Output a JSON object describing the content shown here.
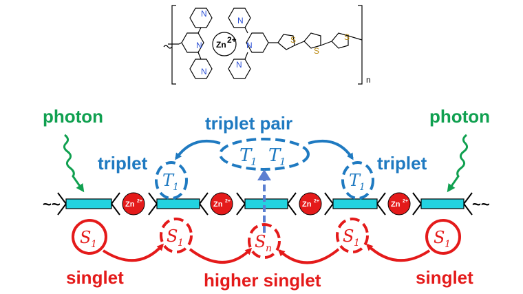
{
  "colors": {
    "green": "#10a050",
    "blue": "#1f7ac1",
    "red": "#e41a1a",
    "cyan": "#22d3e0",
    "black": "#000000",
    "nitrogen": "#2a4fd6",
    "sulfur": "#b8860b"
  },
  "structure": {
    "zinc_label": "Zn",
    "zinc_charge": "2+",
    "nitrogen": "N",
    "sulfur": "S",
    "repeat": "n"
  },
  "labels": {
    "photon_left": "photon",
    "photon_right": "photon",
    "triplet_pair": "triplet pair",
    "triplet_left": "triplet",
    "triplet_right": "triplet",
    "singlet_left": "singlet",
    "singlet_right": "singlet",
    "higher_singlet": "higher singlet",
    "tilde": "~~"
  },
  "states": {
    "T": "T",
    "S": "S",
    "sub_1": "1",
    "sub_n": "n"
  },
  "chain": {
    "zn_text": "Zn",
    "zn_sup": "2+"
  }
}
